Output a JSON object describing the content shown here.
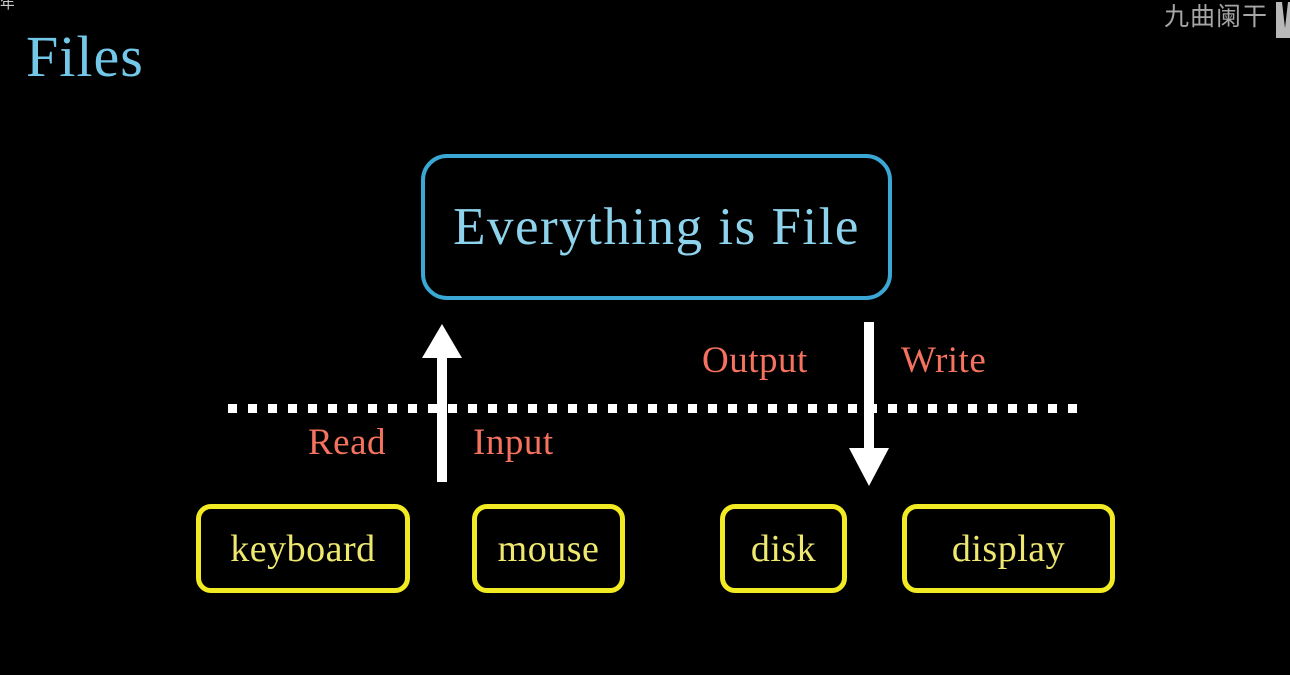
{
  "slide": {
    "background_color": "#000000",
    "title": "Files",
    "title_color": "#73c7e8"
  },
  "overlay": {
    "corner_glyph": "年",
    "watermark_text": "九曲阑干",
    "watermark_color": "#a6a6a6",
    "watermark_mark_name": "partial-logo-mark"
  },
  "concept": {
    "label": "Everything is File",
    "border_color": "#3aa7d4",
    "text_color": "#8ed3ec"
  },
  "divider": {
    "style": "dotted",
    "color": "#ffffff"
  },
  "flows": [
    {
      "id": "read",
      "label": "Read",
      "color": "#f4725e",
      "direction": "up"
    },
    {
      "id": "input",
      "label": "Input",
      "color": "#f4725e",
      "direction": "up"
    },
    {
      "id": "output",
      "label": "Output",
      "color": "#f4725e",
      "direction": "down"
    },
    {
      "id": "write",
      "label": "Write",
      "color": "#f4725e",
      "direction": "down"
    }
  ],
  "arrows": [
    {
      "id": "input-arrow",
      "direction": "up",
      "color": "#ffffff"
    },
    {
      "id": "output-arrow",
      "direction": "down",
      "color": "#ffffff"
    }
  ],
  "devices": [
    {
      "id": "keyboard",
      "label": "keyboard",
      "border_color": "#f2ea22",
      "text_color": "#efe86f"
    },
    {
      "id": "mouse",
      "label": "mouse",
      "border_color": "#f2ea22",
      "text_color": "#efe86f"
    },
    {
      "id": "disk",
      "label": "disk",
      "border_color": "#f2ea22",
      "text_color": "#efe86f"
    },
    {
      "id": "display",
      "label": "display",
      "border_color": "#f2ea22",
      "text_color": "#efe86f"
    }
  ]
}
